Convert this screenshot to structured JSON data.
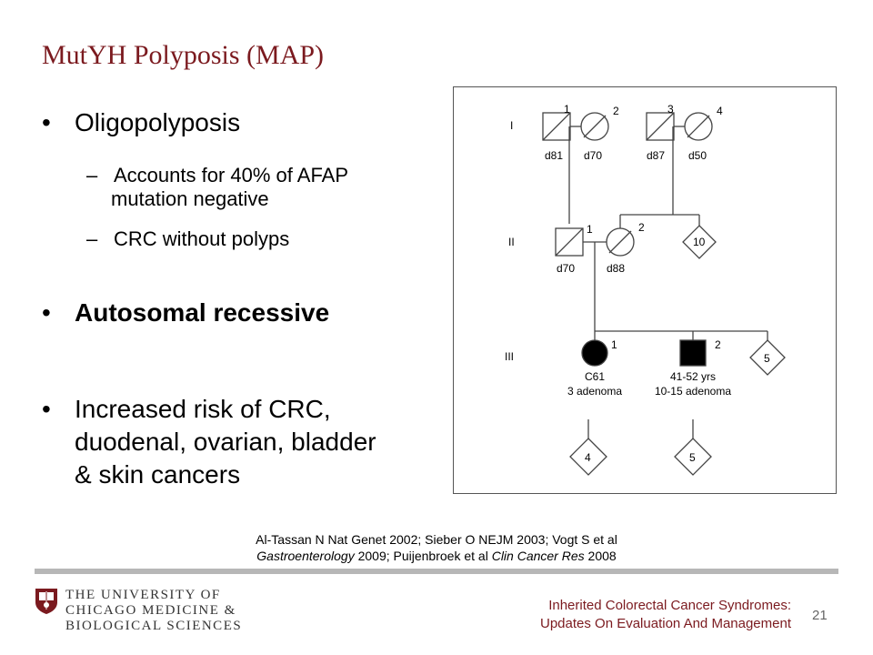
{
  "slide": {
    "title": "MutYH Polyposis (MAP)",
    "page_number": "21"
  },
  "bullets": [
    {
      "text": "Oligopolyposis",
      "sub": [
        {
          "line1": "Accounts for 40% of AFAP",
          "line2": "mutation negative"
        },
        {
          "line1": "CRC without polyps"
        }
      ]
    },
    {
      "text": "Autosomal recessive"
    },
    {
      "line1": "Increased risk of CRC,",
      "line2": "duodenal, ovarian, bladder",
      "line3": "& skin cancers"
    }
  ],
  "bullet_symbol": "•",
  "dash_symbol": "–",
  "pedigree": {
    "generations": [
      "I",
      "II",
      "III"
    ],
    "gen1": [
      {
        "num": "1",
        "label": "d81"
      },
      {
        "num": "2",
        "label": "d70"
      },
      {
        "num": "3",
        "label": "d87"
      },
      {
        "num": "4",
        "label": "d50"
      }
    ],
    "gen2": [
      {
        "num": "1",
        "label": "d70"
      },
      {
        "num": "2",
        "label": "d88"
      },
      {
        "count": "10"
      }
    ],
    "gen3": [
      {
        "num": "1",
        "line1": "C61",
        "line2": "3 adenoma"
      },
      {
        "num": "2",
        "line1": "41-52 yrs",
        "line2": "10-15 adenoma"
      },
      {
        "count": "5"
      }
    ],
    "gen4": [
      {
        "count": "4"
      },
      {
        "count": "5"
      }
    ]
  },
  "citation": {
    "line1": "Al-Tassan N Nat Genet 2002; Sieber O NEJM 2003; Vogt S et al",
    "journal1": "Gastroenterology",
    "line2_mid": " 2009; Puijenbroek et al ",
    "journal2": "Clin Cancer Res",
    "line2_end": " 2008"
  },
  "footer": {
    "university_line1": "THE UNIVERSITY OF",
    "university_line2": "CHICAGO MEDICINE &",
    "university_line3": "BIOLOGICAL SCIENCES",
    "talk_title_line1": "Inherited Colorectal Cancer Syndromes:",
    "talk_title_line2": "Updates On Evaluation And Management"
  },
  "colors": {
    "brand_maroon": "#7b1a1f",
    "divider_gray": "#b7b7b7"
  }
}
